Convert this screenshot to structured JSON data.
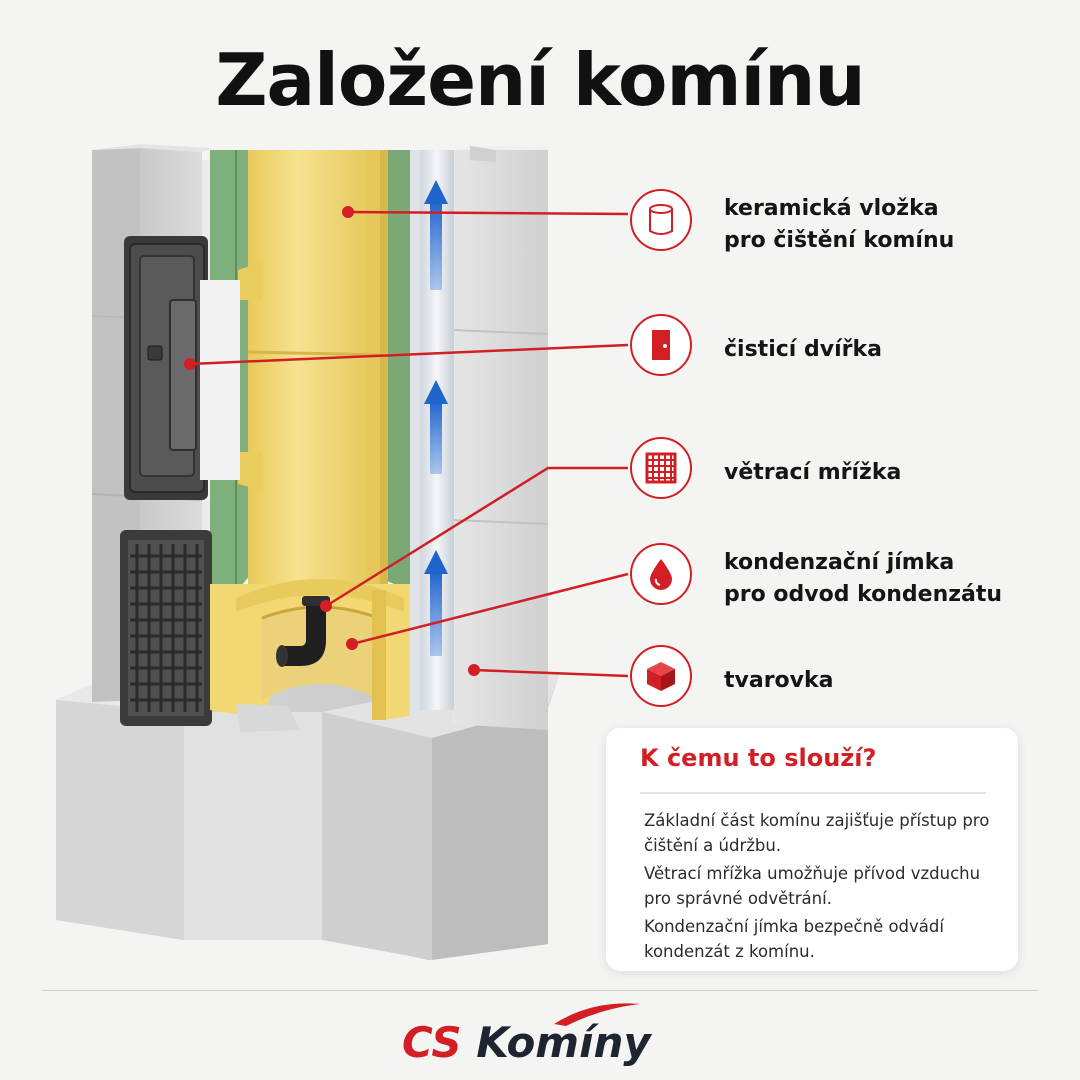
{
  "title": "Založení komínu",
  "colors": {
    "accent": "#d21f26",
    "ceramic_liner": "#f0d872",
    "insulation": "#7fb07b",
    "block": "#d4d4d4",
    "airflow_arrow": "#2d74d9"
  },
  "legend": [
    {
      "icon": "cylinder-icon",
      "line1": "keramická vložka",
      "line2": "pro čištění komínu"
    },
    {
      "icon": "door-icon",
      "line1": "čisticí dvířka",
      "line2": ""
    },
    {
      "icon": "grid-icon",
      "line1": "větrací mřížka",
      "line2": ""
    },
    {
      "icon": "droplet-icon",
      "line1": "kondenzační jímka",
      "line2": "pro odvod kondenzátu"
    },
    {
      "icon": "cube-icon",
      "line1": "tvarovka",
      "line2": ""
    }
  ],
  "info": {
    "title": "K čemu to slouží?",
    "paragraphs": [
      "Základní část komínu zajišťuje přístup pro čištění a údržbu.",
      "Větrací mřížka umožňuje přívod vzduchu pro správné odvětrání.",
      "Kondenzační jímka bezpečně odvádí kondenzát z komínu."
    ]
  },
  "logo": {
    "part1": "CS",
    "part2": " Komíny"
  }
}
